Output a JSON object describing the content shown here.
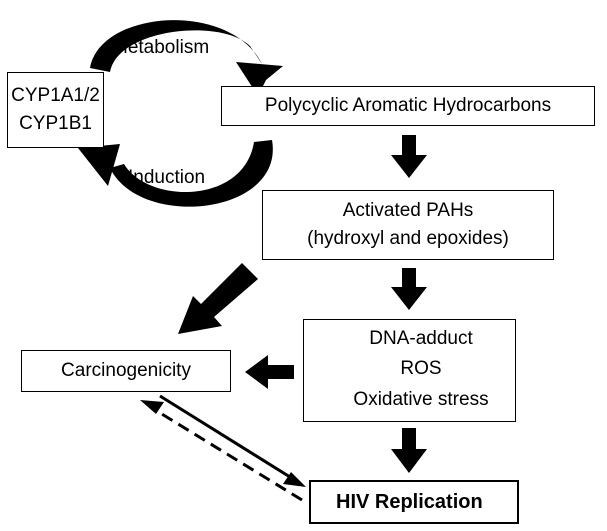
{
  "nodes": {
    "cyp": {
      "line1": "CYP1A1/2",
      "line2": "CYP1B1"
    },
    "pah": {
      "label": "Polycyclic Aromatic Hydrocarbons"
    },
    "activated": {
      "line1": "Activated PAHs",
      "line2": "(hydroxyl and epoxides)"
    },
    "effects": {
      "line1": "DNA-adduct",
      "line2": "ROS",
      "line3": "Oxidative stress"
    },
    "carcinogenicity": {
      "label": "Carcinogenicity"
    },
    "hiv": {
      "label": "HIV Replication"
    }
  },
  "cycle": {
    "metabolism": "Metabolism",
    "induction": "Induction"
  }
}
